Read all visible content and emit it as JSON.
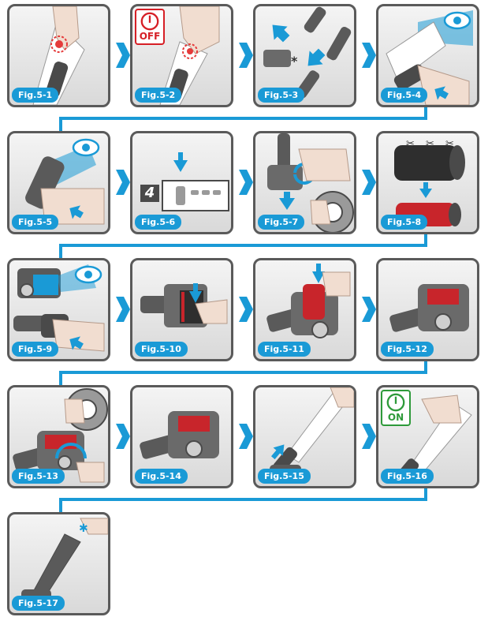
{
  "figures": [
    {
      "label": "Fig.5-1"
    },
    {
      "label": "Fig.5-2",
      "badge": "OFF"
    },
    {
      "label": "Fig.5-3"
    },
    {
      "label": "Fig.5-4"
    },
    {
      "label": "Fig.5-5"
    },
    {
      "label": "Fig.5-6",
      "step": "4"
    },
    {
      "label": "Fig.5-7"
    },
    {
      "label": "Fig.5-8"
    },
    {
      "label": "Fig.5-9"
    },
    {
      "label": "Fig.5-10"
    },
    {
      "label": "Fig.5-11"
    },
    {
      "label": "Fig.5-12"
    },
    {
      "label": "Fig.5-13"
    },
    {
      "label": "Fig.5-14"
    },
    {
      "label": "Fig.5-15"
    },
    {
      "label": "Fig.5-16",
      "badge": "ON"
    },
    {
      "label": "Fig.5-17"
    }
  ],
  "colors": {
    "accent": "#1a9ad6",
    "off_red": "#d61f26",
    "on_green": "#2e9a3a",
    "brush_red": "#c8252b",
    "frame_grey": "#5a5a5a"
  }
}
